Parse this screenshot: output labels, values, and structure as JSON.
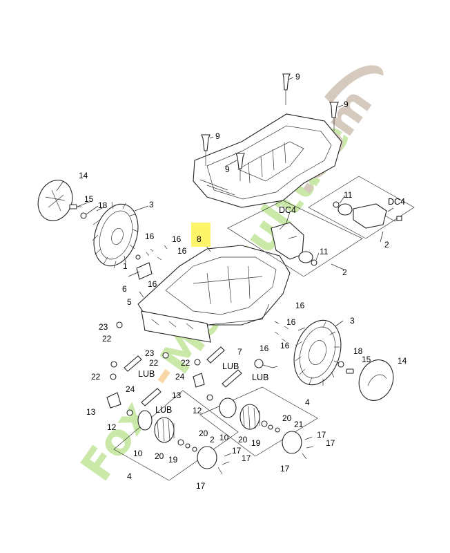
{
  "callouts": {
    "c14a": "14",
    "c15a": "15",
    "c18a": "18",
    "c3a": "3",
    "c9a": "9",
    "c9b": "9",
    "c9c": "9",
    "c9d": "9",
    "c11a": "11",
    "dc4a": "DC4",
    "c2a": "2",
    "dc4b": "DC4",
    "c11b": "11",
    "c2b": "2",
    "c8": "8",
    "c16a": "16",
    "c16b": "16",
    "c16c": "16",
    "c16d": "16",
    "c1": "1",
    "c6": "6",
    "c5": "5",
    "c16e": "16",
    "c16f": "16",
    "c16g": "16",
    "c16h": "16",
    "c3b": "3",
    "c18b": "18",
    "c15b": "15",
    "c14b": "14",
    "c23a": "23",
    "c22a": "22",
    "c23b": "23",
    "c22b": "22",
    "c22c": "22",
    "c22d": "22",
    "lub1": "LUB",
    "lub2": "LUB",
    "lub3": "LUB",
    "lub4": "LUB",
    "c24a": "24",
    "c24b": "24",
    "c7": "7",
    "c13a": "13",
    "c13b": "13",
    "c12a": "12",
    "c12b": "12",
    "c4a": "4",
    "c4b": "4",
    "c10a": "10",
    "c10b": "10",
    "c20a": "20",
    "c20b": "20",
    "c20c": "20",
    "c20d": "20",
    "c2c": "2",
    "c21": "21",
    "c19a": "19",
    "c19b": "19",
    "c17a": "17",
    "c17b": "17",
    "c17c": "17",
    "c17d": "17",
    "c17e": "17",
    "c17f": "17"
  },
  "highlight_color": "#fff56a",
  "watermark": {
    "text": "Fox-Motoculture.com",
    "colors": [
      "#b8e08a",
      "#f6c98a",
      "#c8b8a8"
    ]
  }
}
